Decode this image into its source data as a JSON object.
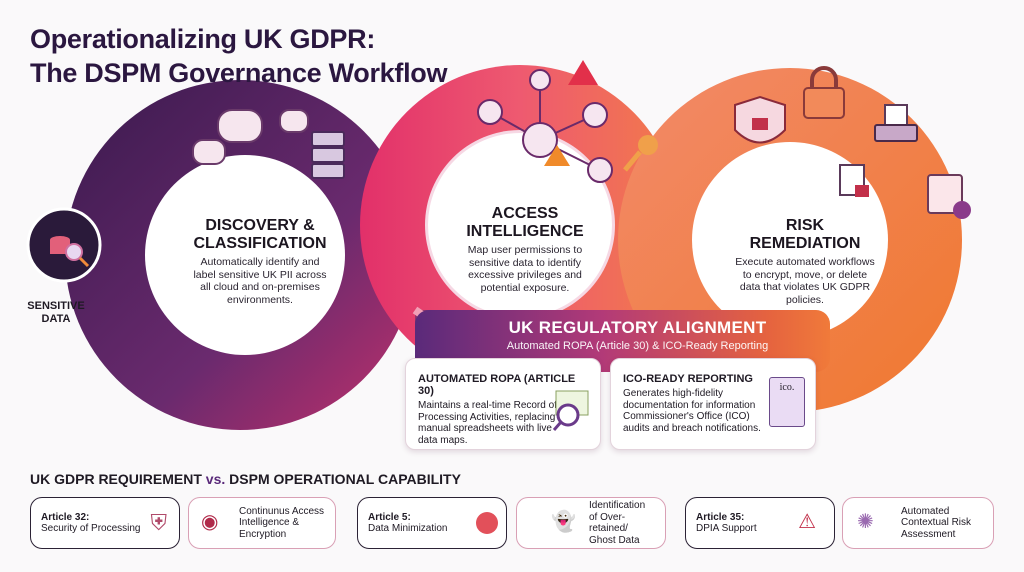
{
  "title": {
    "line1": "Operationalizing UK GDPR:",
    "line2": "The DSPM Governance Workflow"
  },
  "sensitive_data": {
    "label_line1": "SENSITIVE",
    "label_line2": "DATA",
    "icon": "database-search-icon"
  },
  "stages": [
    {
      "title_line1": "DISCOVERY &",
      "title_line2": "CLASSIFICATION",
      "description": "Automatically identify and label sensitive UK PII across all cloud and on-premises environments.",
      "icons": [
        "cloud-icon",
        "server-icon"
      ]
    },
    {
      "title_line1": "ACCESS",
      "title_line2": "INTELLIGENCE",
      "description": "Map user permissions to sensitive data to identify excessive privileges and potential exposure.",
      "icons": [
        "user-network-icon",
        "warning-icon",
        "key-icon"
      ]
    },
    {
      "title_line1": "RISK",
      "title_line2": "REMEDIATION",
      "description": "Execute automated workflows to encrypt, move, or delete data that violates UK GDPR policies.",
      "icons": [
        "shield-lock-icon",
        "padlock-icon",
        "shredder-icon",
        "document-lock-icon",
        "file-move-icon"
      ]
    }
  ],
  "banner": {
    "title": "UK REGULATORY ALIGNMENT",
    "subtitle": "Automated ROPA (Article 30) & ICO-Ready Reporting"
  },
  "cards": [
    {
      "title": "AUTOMATED ROPA (ARTICLE 30)",
      "text": "Maintains a real-time Record of Processing Activities, replacing manual spreadsheets with live data maps.",
      "icon": "spreadsheet-search-icon"
    },
    {
      "title": "ICO-READY REPORTING",
      "text": "Generates high-fidelity documentation for information Commissioner's Office (ICO) audits and breach notifications.",
      "icon": "ico-document-icon",
      "icon_text": "ico."
    }
  ],
  "comparison": {
    "title_a": "UK GDPR REQUIREMENT",
    "title_vs": "vs.",
    "title_b": "DSPM OPERATIONAL CAPABILITY",
    "pairs": [
      {
        "req_bold": "Article 32:",
        "req_text": "Security of Processing",
        "cap": "Continunus Access Intelligence & Encryption"
      },
      {
        "req_bold": "Article 5:",
        "req_text": "Data Minimization",
        "cap": "Identification of Over-retained/ Ghost Data"
      },
      {
        "req_bold": "Article 35:",
        "req_text": "DPIA Support",
        "cap": "Automated Contextual Risk Assessment"
      }
    ]
  },
  "colors": {
    "purple": "#4a1f5e",
    "pink": "#e23a6a",
    "orange": "#f07a3a",
    "dark": "#2b1740"
  }
}
